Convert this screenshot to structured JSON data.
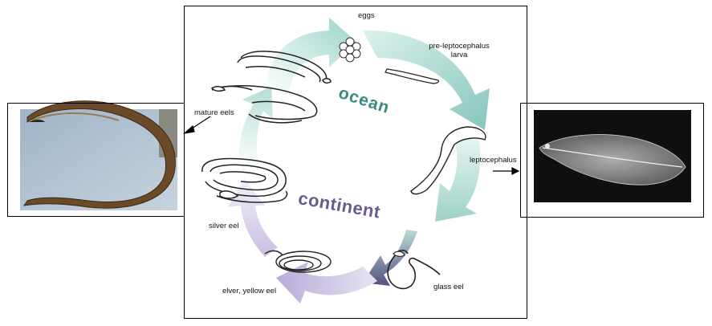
{
  "labels": {
    "eggs": "eggs",
    "pre_leptocephalus_line1": "pre-leptocephalus",
    "pre_leptocephalus_line2": "larva",
    "leptocephalus": "leptocephalus",
    "glass_eel": "glass eel",
    "elver": "elver, yellow eel",
    "silver_eel": "silver eel",
    "mature_eels": "mature eels"
  },
  "regions": {
    "ocean": "ocean",
    "continent": "continent"
  },
  "colors": {
    "ocean_arrow": "#9fd3ca",
    "ocean_text": "#3a8a80",
    "continent_arrow": "#c7bde0",
    "continent_text": "#6a5a92",
    "glass_eel_arrow_dark": "#5c5a88"
  },
  "photos": {
    "left": "mature-eel-photo",
    "right": "leptocephalus-photo"
  }
}
